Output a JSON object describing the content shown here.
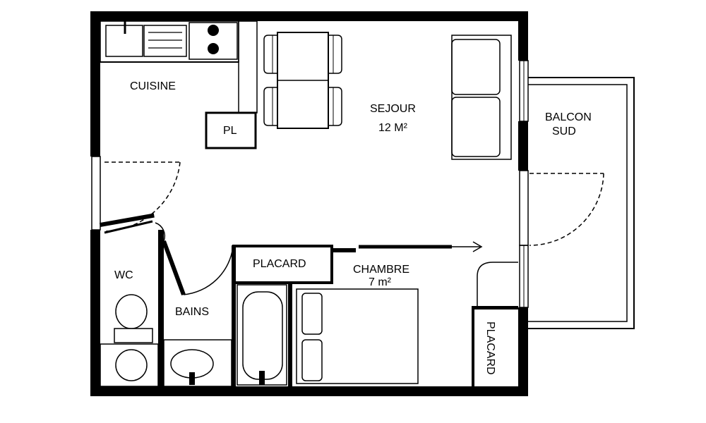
{
  "rooms": {
    "kitchen": "CUISINE",
    "pantry": "PL",
    "living": "SEJOUR",
    "living_area": "12 M²",
    "balcony_line1": "BALCON",
    "balcony_line2": "SUD",
    "wc": "WC",
    "bath": "BAINS",
    "closet": "PLACARD",
    "bedroom": "CHAMBRE",
    "bedroom_area": "7 m²",
    "closet_side": "PLACARD"
  }
}
